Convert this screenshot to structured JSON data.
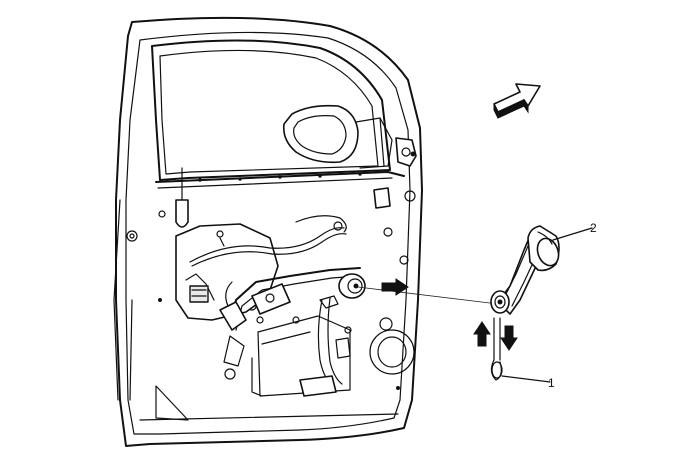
{
  "callouts": [
    {
      "number": "1",
      "part": "retaining-clip"
    },
    {
      "number": "2",
      "part": "window-regulator-handle"
    }
  ],
  "icons": {
    "view_direction": "view-direction-arrow-icon",
    "removal_arrow": "removal-direction-arrow-icon",
    "clip_up_arrow": "up-arrow-icon",
    "clip_down_arrow": "down-arrow-icon"
  },
  "colors": {
    "line": "#111111",
    "background": "#ffffff",
    "shade": "#e9e9e9"
  }
}
